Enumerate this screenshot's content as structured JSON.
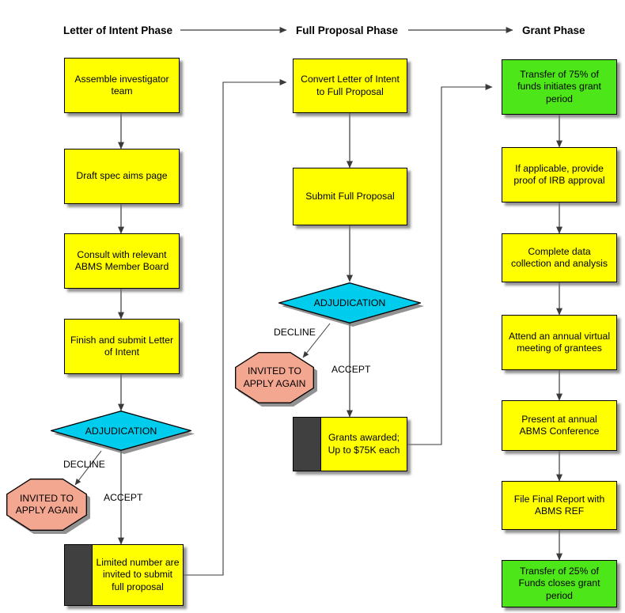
{
  "diagram": {
    "title_bar": {
      "phases": [
        {
          "label": "Letter of Intent Phase"
        },
        {
          "label": "Full Proposal Phase"
        },
        {
          "label": "Grant Phase"
        }
      ]
    },
    "colors": {
      "process": "#ffff00",
      "terminal_green": "#4ce619",
      "decision": "#00ccee",
      "reject": "#f4a790",
      "sidebar": "#404040",
      "outline": "#000000"
    },
    "columns": {
      "loi": {
        "name": "Letter of Intent Phase",
        "nodes": [
          {
            "id": "loi-1",
            "type": "process",
            "text": "Assemble investigator team"
          },
          {
            "id": "loi-2",
            "type": "process",
            "text": "Draft spec aims page"
          },
          {
            "id": "loi-3",
            "type": "process",
            "text": "Consult with relevant ABMS Member Board"
          },
          {
            "id": "loi-4",
            "type": "process",
            "text": "Finish and submit Letter of Intent"
          },
          {
            "id": "loi-5",
            "type": "decision",
            "text": "ADJUDICATION"
          },
          {
            "id": "loi-6",
            "type": "reject",
            "text": "INVITED TO APPLY AGAIN"
          },
          {
            "id": "loi-7",
            "type": "sidebar-process",
            "text": "Limited number are invited to submit full proposal"
          }
        ],
        "edge_labels": [
          {
            "id": "loi-decline",
            "text": "DECLINE"
          },
          {
            "id": "loi-accept",
            "text": "ACCEPT"
          }
        ]
      },
      "full": {
        "name": "Full Proposal Phase",
        "nodes": [
          {
            "id": "fp-1",
            "type": "process",
            "text": "Convert Letter of Intent to Full Proposal"
          },
          {
            "id": "fp-2",
            "type": "process",
            "text": "Submit Full Proposal"
          },
          {
            "id": "fp-3",
            "type": "decision",
            "text": "ADJUDICATION"
          },
          {
            "id": "fp-4",
            "type": "reject",
            "text": "INVITED TO APPLY AGAIN"
          },
          {
            "id": "fp-5",
            "type": "sidebar-process",
            "text": "Grants awarded; Up to $75K each"
          }
        ],
        "edge_labels": [
          {
            "id": "fp-decline",
            "text": "DECLINE"
          },
          {
            "id": "fp-accept",
            "text": "ACCEPT"
          }
        ]
      },
      "grant": {
        "name": "Grant Phase",
        "nodes": [
          {
            "id": "gr-1",
            "type": "terminal",
            "text": "Transfer of 75% of funds initiates grant period"
          },
          {
            "id": "gr-2",
            "type": "process",
            "text": "If applicable, provide proof of IRB approval"
          },
          {
            "id": "gr-3",
            "type": "process",
            "text": "Complete data collection and analysis"
          },
          {
            "id": "gr-4",
            "type": "process",
            "text": "Attend an annual virtual meeting of grantees"
          },
          {
            "id": "gr-5",
            "type": "process",
            "text": "Present at annual ABMS Conference"
          },
          {
            "id": "gr-6",
            "type": "process",
            "text": "File Final Report with ABMS REF"
          },
          {
            "id": "gr-7",
            "type": "terminal",
            "text": "Transfer of 25% of Funds closes grant period"
          }
        ]
      }
    }
  }
}
